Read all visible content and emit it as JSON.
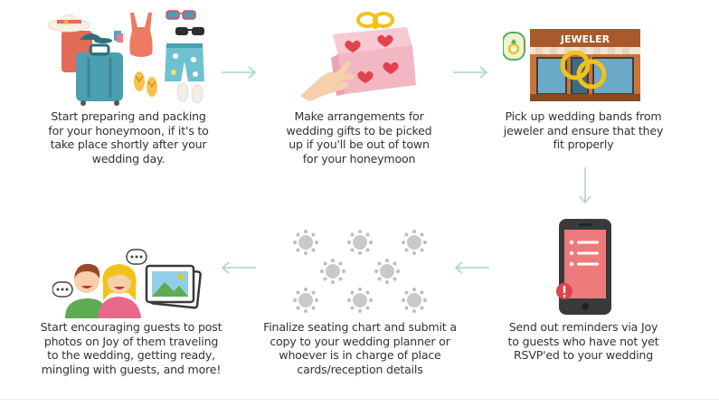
{
  "steps": [
    {
      "id": "packing",
      "icon": "luggage-beach-items-icon",
      "text": "Start preparing and packing for your honeymoon, if it's to take place shortly after your wedding day."
    },
    {
      "id": "gifts",
      "icon": "gift-box-icon",
      "text": "Make arrangements for wedding gifts to be picked up if you'll be out of town for your honeymoon"
    },
    {
      "id": "bands",
      "icon": "jeweler-store-icon",
      "sign": "JEWELER",
      "text": "Pick up wedding bands from jeweler and ensure that they fit properly"
    },
    {
      "id": "reminders",
      "icon": "smartphone-reminder-icon",
      "text": "Send out reminders via Joy to guests who have not yet RSVP'ed to your wedding"
    },
    {
      "id": "seating",
      "icon": "seating-chart-icon",
      "text": "Finalize seating chart and submit a copy to your wedding planner or whoever is in charge of place cards/reception details"
    },
    {
      "id": "photos",
      "icon": "guests-photos-icon",
      "text": "Start encouraging guests to post photos on Joy of them traveling to the wedding, getting ready, mingling with guests, and more!"
    }
  ],
  "colors": {
    "arrow": "#a9d6c6",
    "teal": "#4a9fb0",
    "coral": "#ee8a7a",
    "pink": "#f3c6cf",
    "red": "#e2424d",
    "gold": "#f2c21b",
    "green": "#5dab52",
    "grey_dot": "#c9c9c9",
    "phone": "#3a3a3a"
  }
}
